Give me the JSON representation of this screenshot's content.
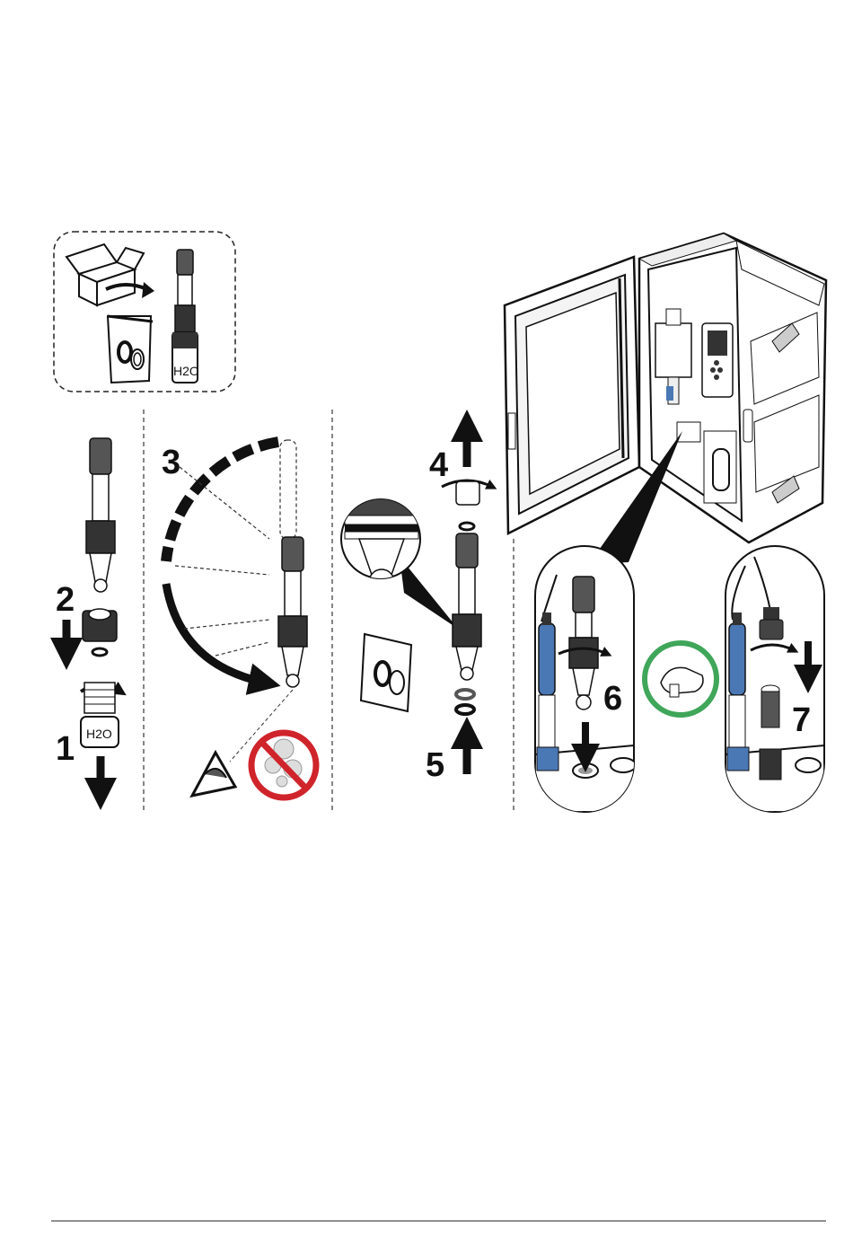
{
  "figure": {
    "steps": {
      "step1": "1",
      "step2": "2",
      "step3": "3",
      "step4": "4",
      "step5": "5",
      "step6": "6",
      "step7": "7"
    },
    "labels": {
      "h2o_bottle": "H2O",
      "h2o_cap": "H2O"
    }
  }
}
